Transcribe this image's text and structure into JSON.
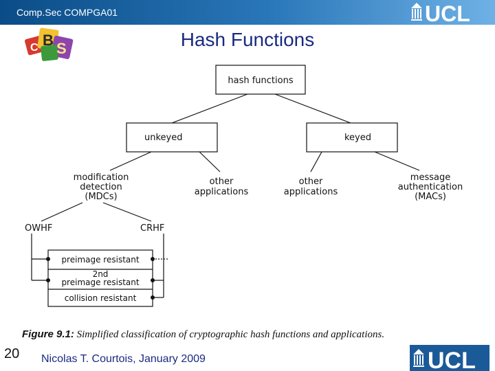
{
  "header": {
    "course": "Comp.Sec COMPGA01",
    "logo_text": "UCL",
    "bg_dark": "#0a4c87",
    "bg_light": "#6fb1e6"
  },
  "slide": {
    "title": "Hash Functions",
    "number": "20",
    "author": "Nicolas T. Courtois, January 2009",
    "badge_icon": "bcs-letters-logo-icon"
  },
  "diagram": {
    "root": "hash functions",
    "unkeyed": "unkeyed",
    "keyed": "keyed",
    "mdc_lines": [
      "modification",
      "detection",
      "(MDCs)"
    ],
    "other_app_left": [
      "other",
      "applications"
    ],
    "other_app_right": [
      "other",
      "applications"
    ],
    "mac_lines": [
      "message",
      "authentication",
      "(MACs)"
    ],
    "owhf": "OWHF",
    "crhf": "CRHF",
    "prop_preimage": "preimage resistant",
    "prop_2nd_a": "2nd",
    "prop_2nd_b": "preimage resistant",
    "prop_collision": "collision resistant"
  },
  "caption": {
    "label": "Figure 9.1:",
    "text": "Simplified classification of cryptographic hash functions and applications."
  }
}
